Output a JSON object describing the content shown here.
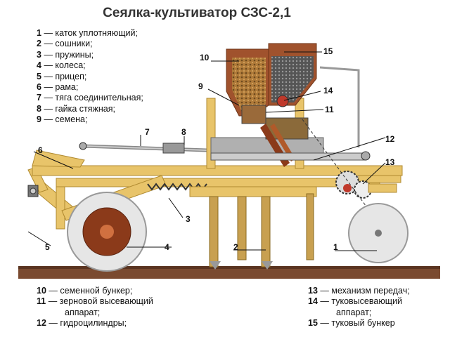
{
  "title": "Сеялка-культиватор СЗС-2,1",
  "legend_top": [
    {
      "num": "1",
      "text": "— каток уплотняющий;"
    },
    {
      "num": "2",
      "text": "— сошники;"
    },
    {
      "num": "3",
      "text": "— пружины;"
    },
    {
      "num": "4",
      "text": "— колеса;"
    },
    {
      "num": "5",
      "text": "— прицеп;"
    },
    {
      "num": "6",
      "text": "— рама;"
    },
    {
      "num": "7",
      "text": "— тяга соединительная;"
    },
    {
      "num": "8",
      "text": "— гайка стяжная;"
    },
    {
      "num": "9",
      "text": "— семена;"
    }
  ],
  "legend_bottom_left": [
    {
      "num": "10",
      "text": "— семенной бункер;"
    },
    {
      "num": "11",
      "text": "— зерновой высевающий",
      "cont": "аппарат;"
    },
    {
      "num": "12",
      "text": "— гидроцилиндры;"
    }
  ],
  "legend_bottom_right": [
    {
      "num": "13",
      "text": "— механизм передач;"
    },
    {
      "num": "14",
      "text": "— туковысевающий",
      "cont": "аппарат;"
    },
    {
      "num": "15",
      "text": "— туковый бункер"
    }
  ],
  "callouts": {
    "c1": "1",
    "c2": "2",
    "c3": "3",
    "c4": "4",
    "c5": "5",
    "c6": "6",
    "c7": "7",
    "c8": "8",
    "c9": "9",
    "c10": "10",
    "c11": "11",
    "c12": "12",
    "c13": "13",
    "c14": "14",
    "c15": "15"
  },
  "colors": {
    "frame": "#e8c46a",
    "frame_dark": "#b08a30",
    "hopper": "#a0522d",
    "hopper_dark": "#6e3418",
    "ground": "#7a4a30",
    "wheel": "#e6e6e6",
    "hub": "#8b3a1a"
  }
}
